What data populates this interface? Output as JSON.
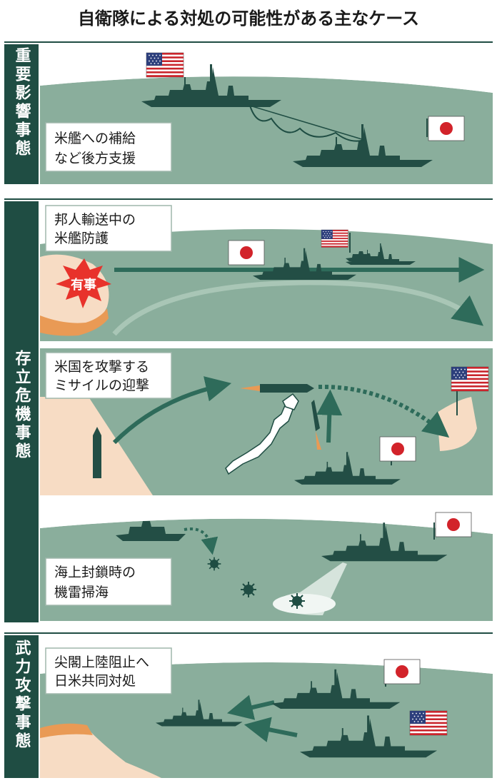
{
  "title": "自衛隊による対処の可能性がある主なケース",
  "colors": {
    "band": "#1f4d43",
    "sea": "#8aae9c",
    "sea_light": "#a9c6b6",
    "ship": "#234e45",
    "land": "#f7dcc4",
    "cliff": "#e99a55",
    "box_border": "#9fb7ab",
    "burst": "#e8322b"
  },
  "sections": [
    {
      "id": "juyo",
      "label": "重要影響事態"
    },
    {
      "id": "sonritsu",
      "label": "存立危機事態"
    },
    {
      "id": "buryoku",
      "label": "武力攻撃事態"
    }
  ],
  "captions": {
    "c1": [
      "米艦への補給",
      "など後方支援"
    ],
    "c2": [
      "邦人輸送中の",
      "米艦防護"
    ],
    "c3": [
      "米国を攻撃する",
      "ミサイルの迎撃"
    ],
    "c4": [
      "海上封鎖時の",
      "機雷掃海"
    ],
    "c5": [
      "尖閣上陸阻止へ",
      "日米共同対処"
    ]
  },
  "badges": {
    "emergency": "有事"
  },
  "icons": [
    "us-flag-icon",
    "japan-flag-icon",
    "warship-icon",
    "missile-icon",
    "sea-mine-icon",
    "arrow-icon"
  ]
}
